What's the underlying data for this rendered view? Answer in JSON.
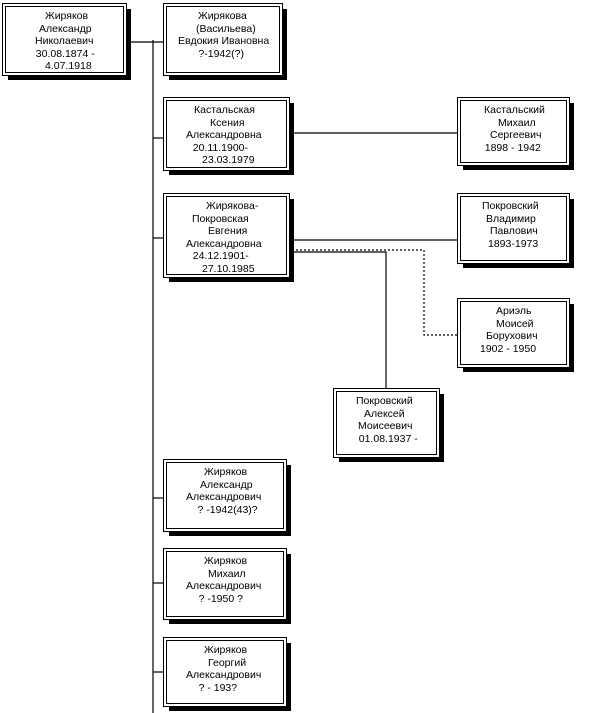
{
  "persons": [
    {
      "id": "p1",
      "lines": [
        "Жиряков",
        "Александр",
        "Николаевич",
        "   30.08.1874 -",
        "4.07.1918"
      ]
    },
    {
      "id": "p2",
      "lines": [
        "Жирякова",
        "(Васильева)",
        "Евдокия Ивановна",
        "       ?-1942(?)"
      ]
    },
    {
      "id": "p3",
      "lines": [
        "Кастальская",
        "Ксения",
        "Александровна",
        "   20.11.1900-",
        "23.03.1979"
      ]
    },
    {
      "id": "p4",
      "lines": [
        "Кастальский",
        "Михаил",
        "Сергеевич",
        "   1898 - 1942"
      ]
    },
    {
      "id": "p5",
      "lines": [
        "Жирякова-",
        "Покровская",
        "Евгения",
        "Александровна",
        "   24.12.1901-",
        "27.10.1985"
      ]
    },
    {
      "id": "p6",
      "lines": [
        "Покровский",
        "Владимир",
        "Павлович",
        "1893-1973"
      ]
    },
    {
      "id": "p7",
      "lines": [
        "Ариэль",
        "Моисей",
        "Борухович",
        "1902 - 1950"
      ]
    },
    {
      "id": "p8",
      "lines": [
        "Покровский",
        "Алексей",
        "Моисеевич",
        "   01.08.1937 -"
      ]
    },
    {
      "id": "p9",
      "lines": [
        "Жиряков",
        "Александр",
        "Александрович",
        "      ? -1942(43)?"
      ]
    },
    {
      "id": "p10",
      "lines": [
        "Жиряков",
        "Михаил",
        "Александрович",
        "     ? -1950 ?"
      ]
    },
    {
      "id": "p11",
      "lines": [
        "Жиряков",
        "Георгий",
        "Александрович",
        "     ? - 193?"
      ]
    }
  ]
}
